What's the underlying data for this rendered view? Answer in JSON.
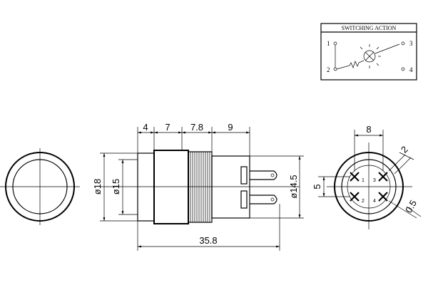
{
  "switching_action": {
    "title": "SWITCHING ACTION",
    "terminals": [
      "1",
      "2",
      "3",
      "4"
    ]
  },
  "dimensions": {
    "seg1": "4",
    "seg2": "7",
    "seg3": "7.8",
    "seg4": "9",
    "total_length": "35.8",
    "dia_outer": "ø18",
    "dia_inner": "ø15",
    "dia_body": "ø14.5",
    "pin_pitch_h": "8",
    "pin_pitch_v": "5",
    "pin_width": "2",
    "pin_thickness": "0.5"
  },
  "back_view_labels": [
    "1",
    "2",
    "3",
    "4"
  ]
}
